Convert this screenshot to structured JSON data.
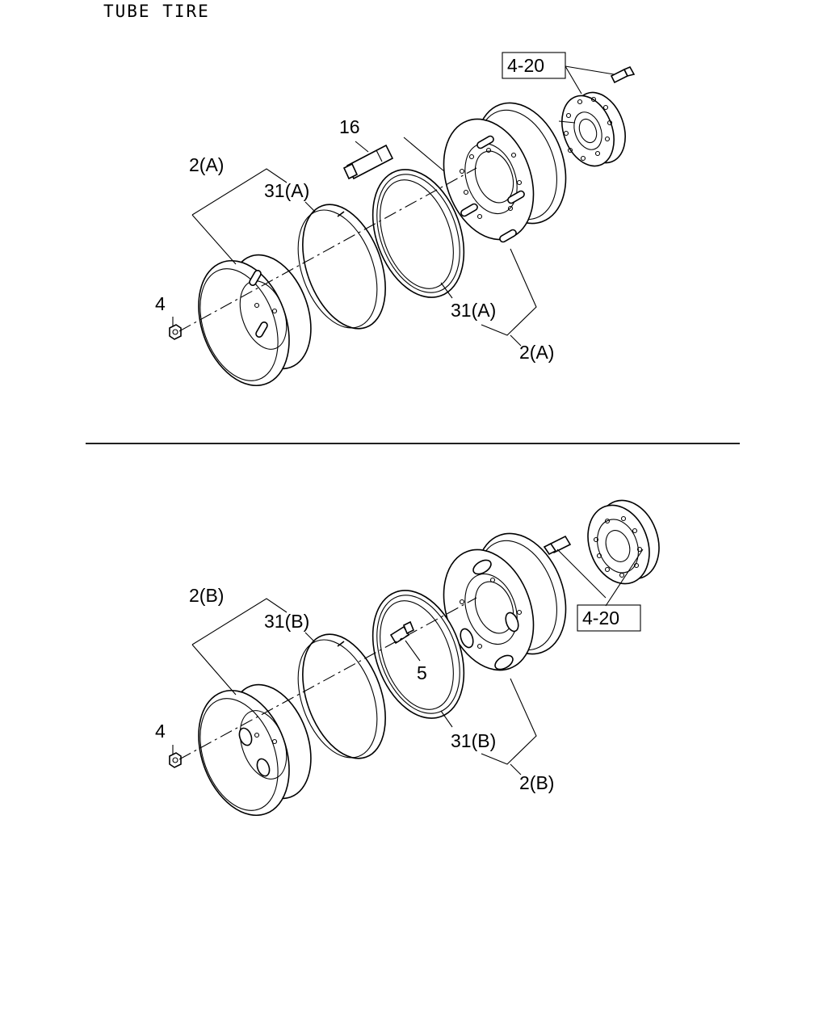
{
  "title": "TUBE TIRE",
  "colors": {
    "line": "#000000",
    "background": "#ffffff"
  },
  "section_a": {
    "labels": {
      "rim_left": "2(A)",
      "ring_left": "31(A)",
      "nut": "4",
      "stud": "16",
      "ring_right": "31(A)",
      "rim_right": "2(A)",
      "hub_ref": "4-20"
    }
  },
  "section_b": {
    "labels": {
      "rim_left": "2(B)",
      "ring_left": "31(B)",
      "nut": "4",
      "valve": "5",
      "ring_right": "31(B)",
      "rim_right": "2(B)",
      "hub_ref": "4-20"
    }
  }
}
